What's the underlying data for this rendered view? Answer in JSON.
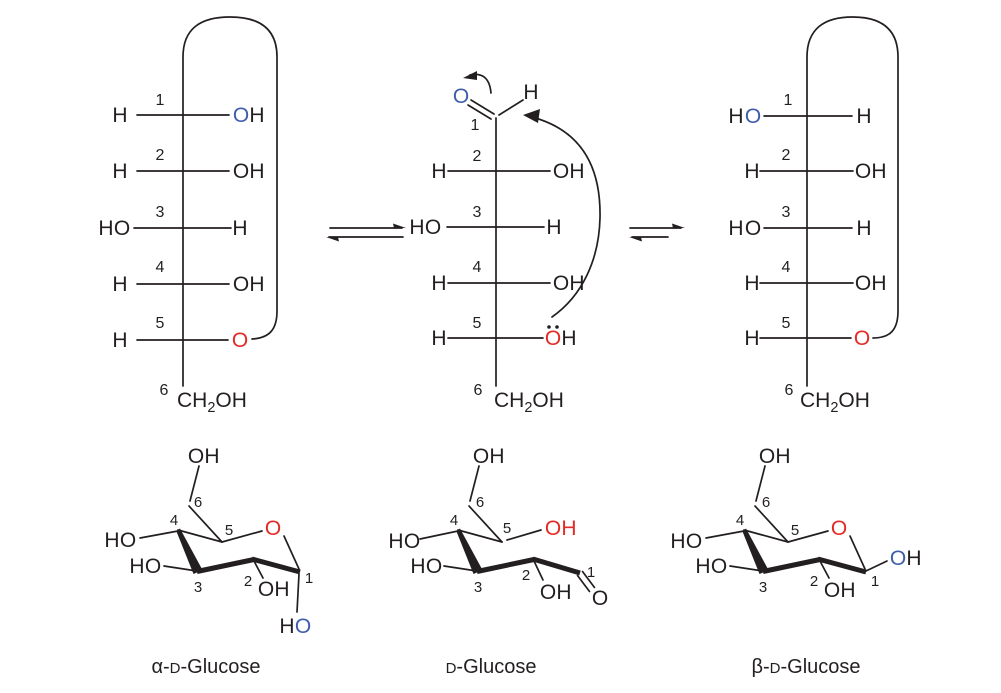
{
  "colors": {
    "ink": "#231f20",
    "red": "#e12b24",
    "blue": "#3f5dab"
  },
  "fischer": {
    "alpha": {
      "rows": [
        {
          "num": "1",
          "left_h": "H",
          "right_o": "O",
          "right_h": "H"
        },
        {
          "num": "2",
          "left_h": "H",
          "right_o": "O",
          "right_h": "H"
        },
        {
          "num": "3",
          "left_h": "H",
          "left_o": "O",
          "right_h": "H"
        },
        {
          "num": "4",
          "left_h": "H",
          "right_o": "O",
          "right_h": "H"
        },
        {
          "num": "5",
          "left_h": "H",
          "right_o": "O"
        }
      ],
      "c6": {
        "num": "6",
        "c": "CH",
        "sub": "2",
        "oh": "OH"
      }
    },
    "open": {
      "c1": {
        "num": "1",
        "o": "O",
        "h": "H"
      },
      "rows": [
        {
          "num": "2",
          "left_h": "H",
          "right_o": "O",
          "right_h": "H"
        },
        {
          "num": "3",
          "left_h": "H",
          "left_o": "O",
          "right_h": "H"
        },
        {
          "num": "4",
          "left_h": "H",
          "right_o": "O",
          "right_h": "H"
        },
        {
          "num": "5",
          "left_h": "H",
          "right_o": "O",
          "right_h": "H"
        }
      ],
      "c6": {
        "num": "6",
        "c": "CH",
        "sub": "2",
        "oh": "OH"
      }
    },
    "beta": {
      "rows": [
        {
          "num": "1",
          "left_h": "H",
          "left_o": "O",
          "right_h": "H"
        },
        {
          "num": "2",
          "left_h": "H",
          "right_o": "O",
          "right_h": "H"
        },
        {
          "num": "3",
          "left_h": "H",
          "left_o": "O",
          "right_h": "H"
        },
        {
          "num": "4",
          "left_h": "H",
          "right_o": "O",
          "right_h": "H"
        },
        {
          "num": "5",
          "left_h": "H",
          "right_o": "O"
        }
      ],
      "c6": {
        "num": "6",
        "c": "CH",
        "sub": "2",
        "oh": "OH"
      }
    }
  },
  "chairs": {
    "alpha": {
      "n1": "1",
      "n2": "2",
      "n3": "3",
      "n4": "4",
      "n5": "5",
      "n6": "6",
      "oh6_o": "O",
      "oh6_h": "H",
      "ho4_h": "H",
      "ho4_o": "O",
      "ho3_h": "H",
      "ho3_o": "O",
      "oh2_o": "O",
      "oh2_h": "H",
      "ring_o": "O",
      "ho1_h": "H",
      "ho1_o": "O"
    },
    "open": {
      "n1": "1",
      "n2": "2",
      "n3": "3",
      "n4": "4",
      "n5": "5",
      "n6": "6",
      "oh6_o": "O",
      "oh6_h": "H",
      "ho4_h": "H",
      "ho4_o": "O",
      "ho3_h": "H",
      "ho3_o": "O",
      "oh2_o": "O",
      "oh2_h": "H",
      "oh5_o": "O",
      "oh5_h": "H",
      "cho_o": "O"
    },
    "beta": {
      "n1": "1",
      "n2": "2",
      "n3": "3",
      "n4": "4",
      "n5": "5",
      "n6": "6",
      "oh6_o": "O",
      "oh6_h": "H",
      "ho4_h": "H",
      "ho4_o": "O",
      "ho3_h": "H",
      "ho3_o": "O",
      "oh2_o": "O",
      "oh2_h": "H",
      "ring_o": "O",
      "oh1_o": "O",
      "oh1_h": "H"
    }
  },
  "labels": {
    "alpha": {
      "pre": "α-",
      "d": "D",
      "post": "-Glucose"
    },
    "open": {
      "pre": "",
      "d": "D",
      "post": "-Glucose"
    },
    "beta": {
      "pre": "β-",
      "d": "D",
      "post": "-Glucose"
    }
  }
}
